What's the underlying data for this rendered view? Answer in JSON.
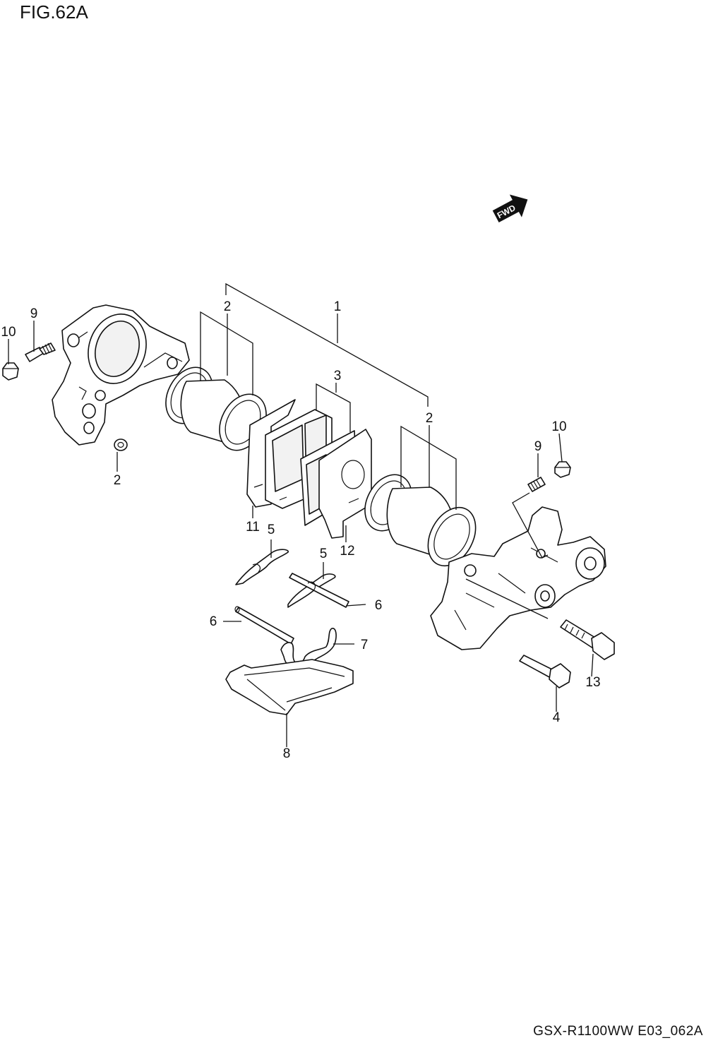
{
  "figure": {
    "title": "FIG.62A",
    "footer_code": "GSX-R1100WW  E03_062A",
    "fwd_label": "FWD"
  },
  "callouts": {
    "c1": "1",
    "c2_left_piston": "2",
    "c2_right_piston": "2",
    "c2_washer": "2",
    "c3": "3",
    "c4": "4",
    "c5_left": "5",
    "c5_mid": "5",
    "c6_right": "6",
    "c6_left": "6",
    "c7": "7",
    "c8": "8",
    "c9_left": "9",
    "c9_right": "9",
    "c10_left": "10",
    "c10_right": "10",
    "c11": "11",
    "c12": "12",
    "c13": "13"
  }
}
